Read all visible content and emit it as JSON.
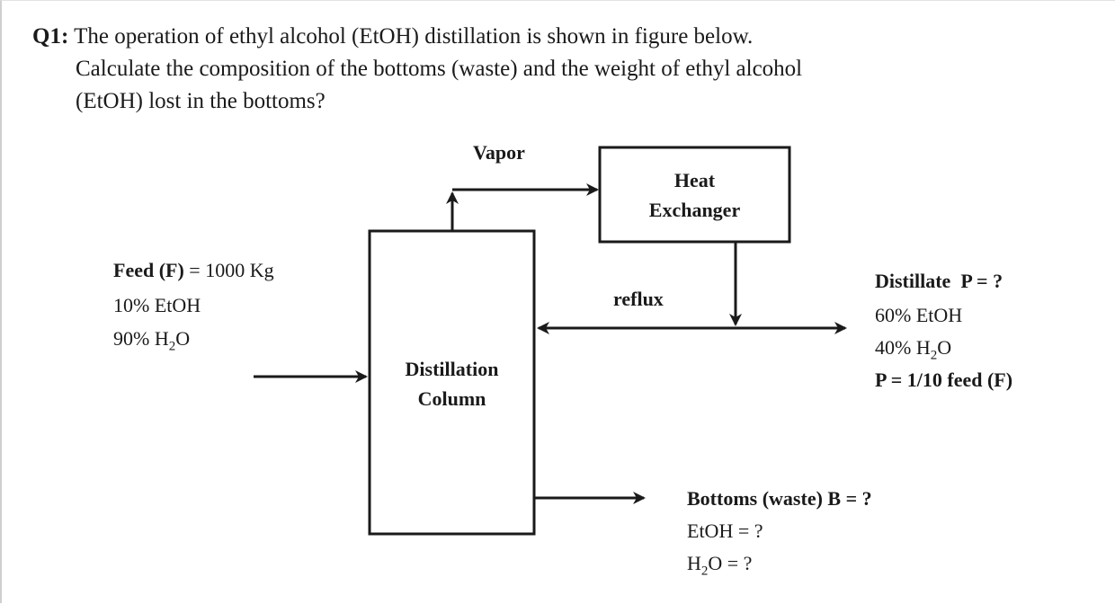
{
  "question": {
    "number": "Q1:",
    "line1": "The operation of ethyl alcohol (EtOH) distillation is shown in figure below.",
    "line2": "Calculate the composition of the bottoms (waste) and the weight of ethyl alcohol",
    "line3": "(EtOH) lost in the bottoms?"
  },
  "diagram": {
    "vapor_label": "Vapor",
    "heat_exchanger": {
      "line1": "Heat",
      "line2": "Exchanger"
    },
    "column": {
      "line1": "Distillation",
      "line2": "Column"
    },
    "reflux_label": "reflux",
    "feed": {
      "title_bold": "Feed (F)",
      "title_rest": " = 1000 Kg",
      "etoh": "10% EtOH",
      "h2o_prefix": "90% H",
      "h2o_sub": "2",
      "h2o_suffix": "O"
    },
    "distillate": {
      "title": "Distillate  P = ?",
      "etoh": "60% EtOH",
      "h2o_prefix": "40% H",
      "h2o_sub": "2",
      "h2o_suffix": "O",
      "relation": "P = 1/10 feed (F)"
    },
    "bottoms": {
      "title": "Bottoms (waste) B = ?",
      "etoh": "EtOH = ?",
      "h2o_prefix": "H",
      "h2o_sub": "2",
      "h2o_suffix": "O = ?"
    }
  }
}
